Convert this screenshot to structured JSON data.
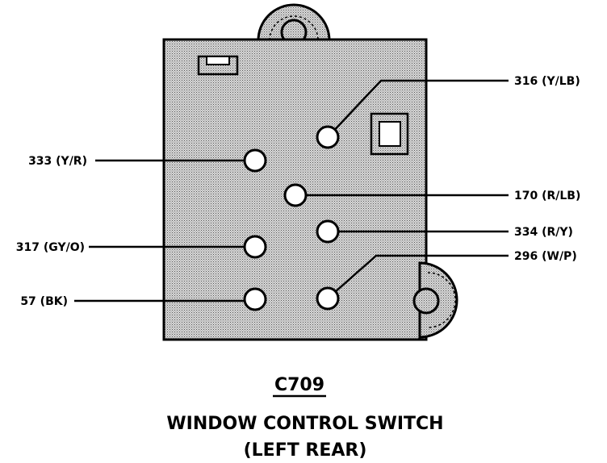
{
  "connector": {
    "id": "C709",
    "title_line1": "WINDOW CONTROL SWITCH",
    "title_line2": "(LEFT REAR)"
  },
  "pins": [
    {
      "label": "316 (Y/LB)"
    },
    {
      "label": "333 (Y/R)"
    },
    {
      "label": "170 (R/LB)"
    },
    {
      "label": "334 (R/Y)"
    },
    {
      "label": "317 (GY/O)"
    },
    {
      "label": "296 (W/P)"
    },
    {
      "label": "57 (BK)"
    }
  ]
}
